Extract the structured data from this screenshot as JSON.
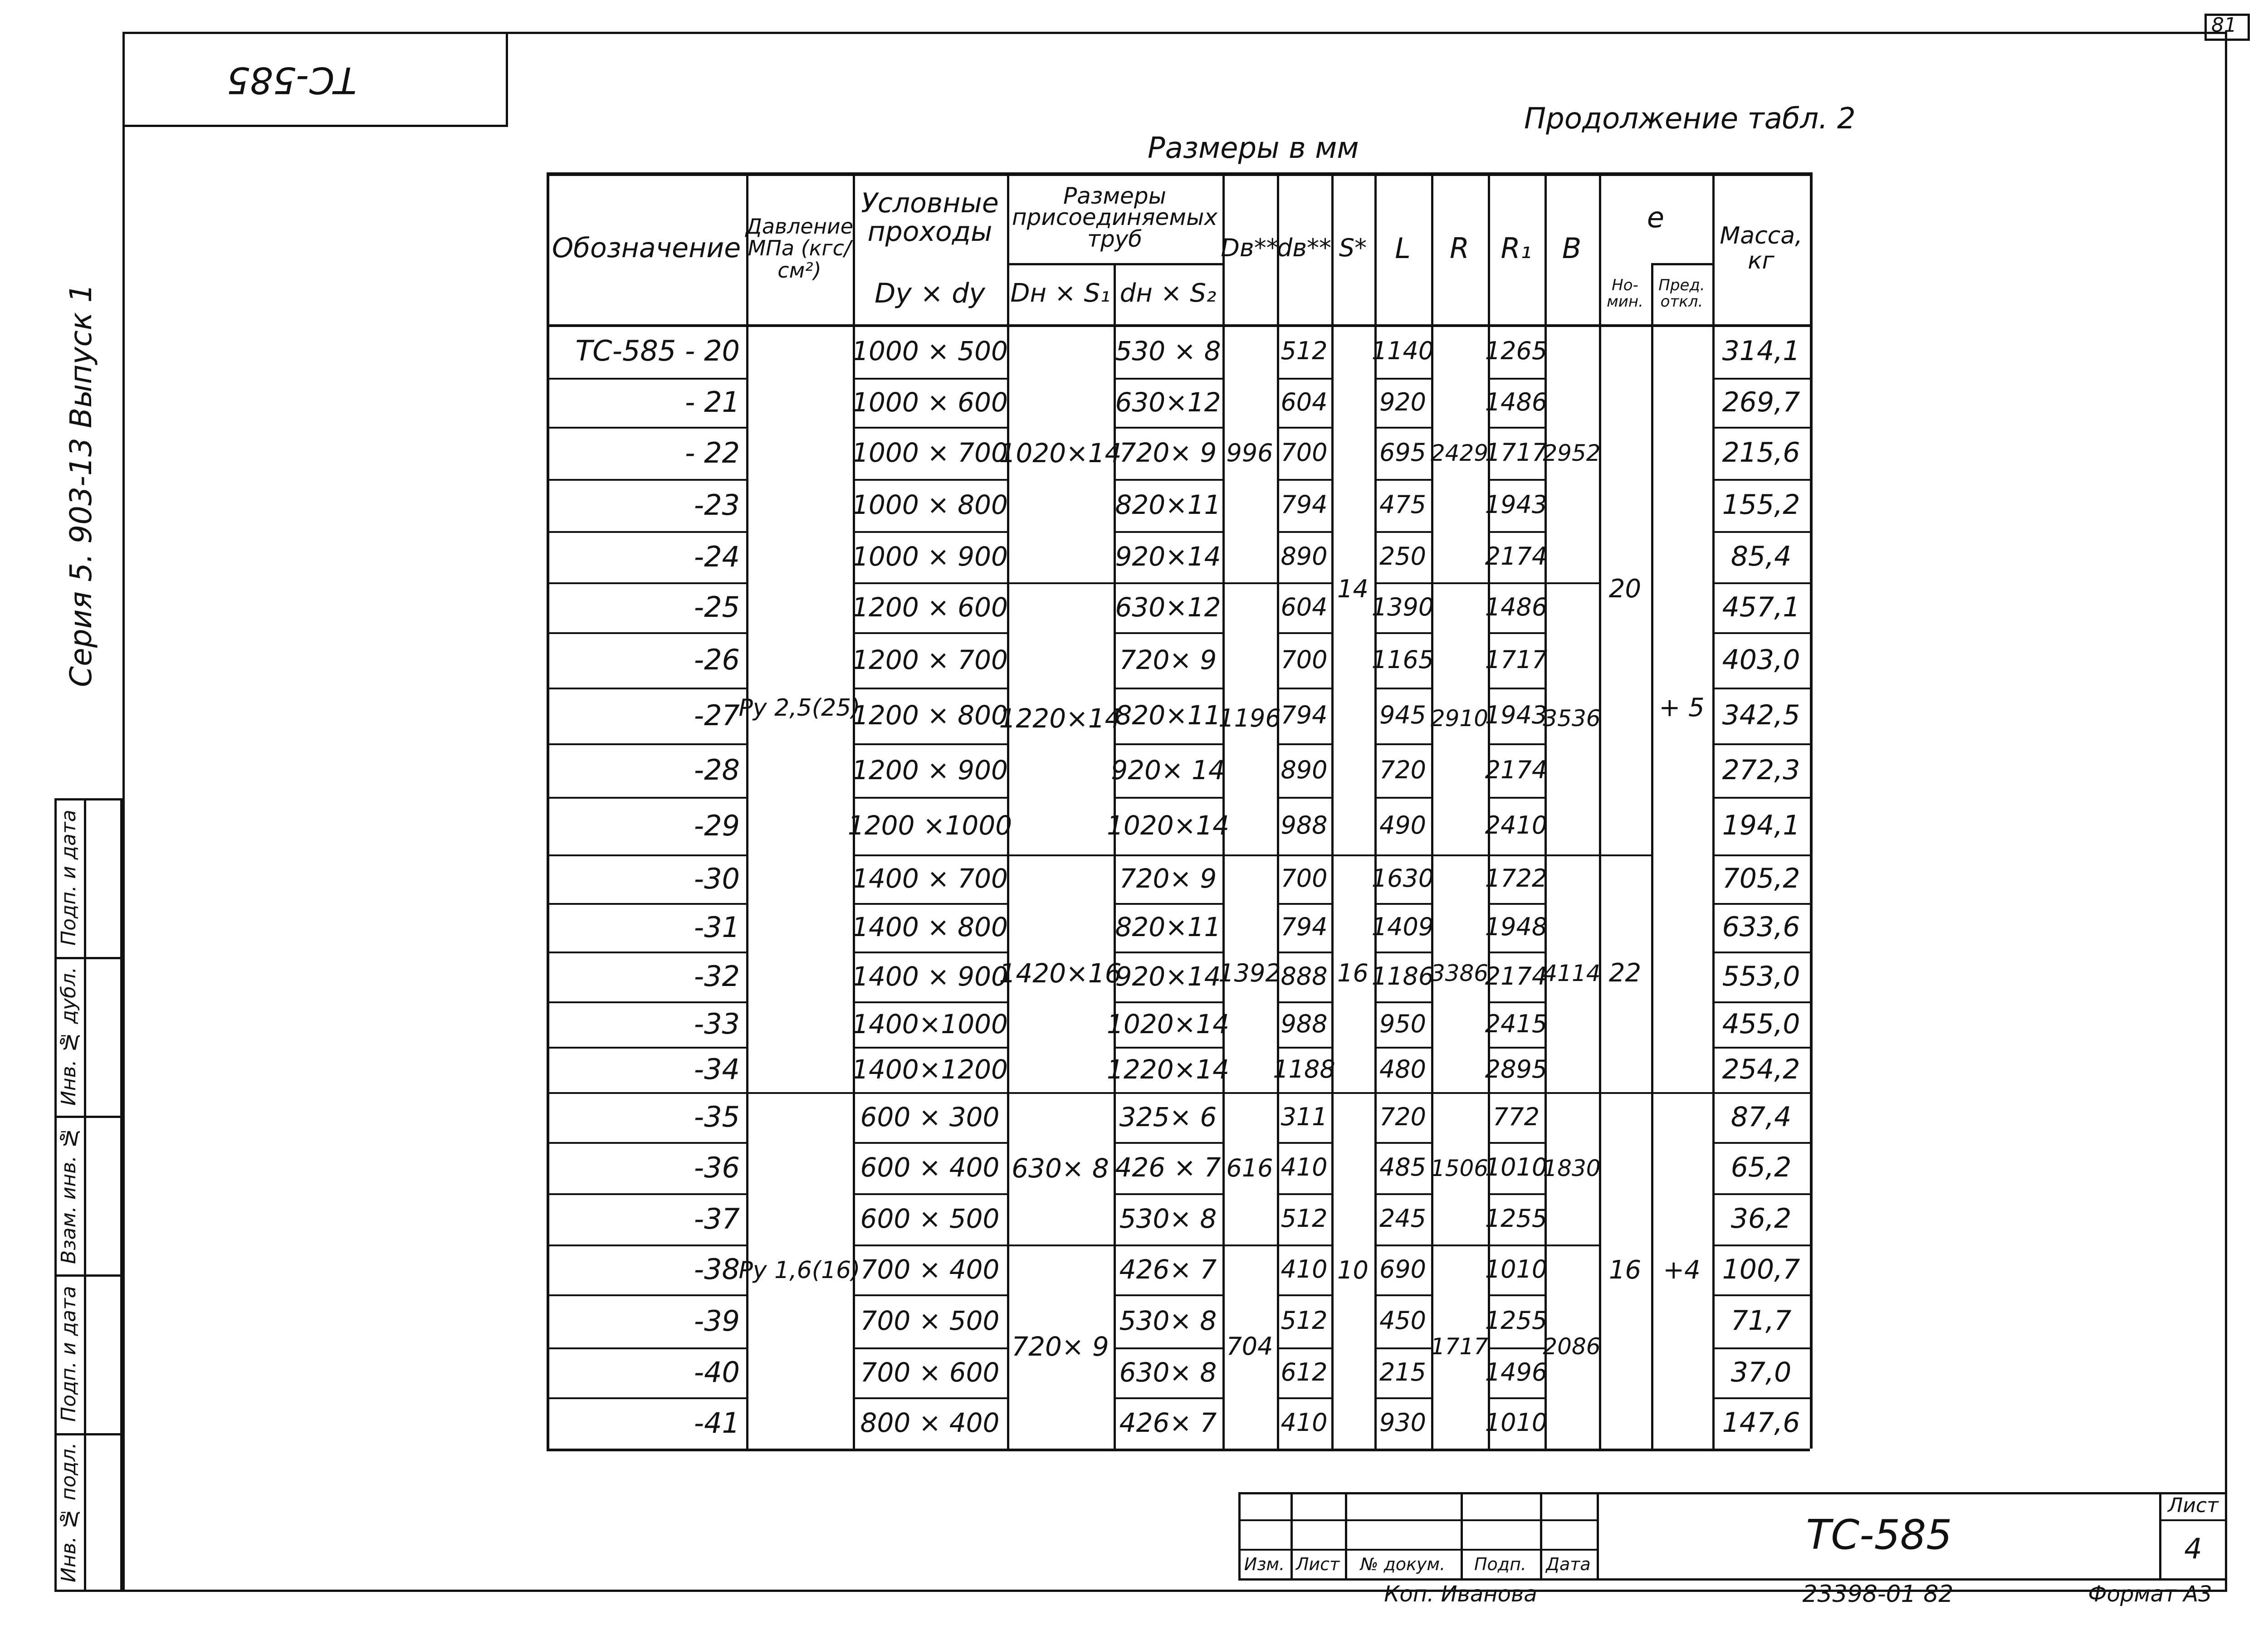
{
  "sheet_number": "81",
  "doc_code_stamp": "ТС-585",
  "series_label": "Серия 5. 903-13 Выпуск 1",
  "side_stamp": [
    "Подп. и дата",
    "Инв. № дубл.",
    "Взам. инв. №",
    "Подп. и дата",
    "Инв. № подл."
  ],
  "table_caption": "Продолжение табл. 2",
  "units_caption": "Размеры в мм",
  "headers": {
    "designation": "Обозначение",
    "pressure": "Давление МПа (кгс/см²)",
    "nominal_bore": "Условные проходы",
    "nominal_bore_formula": "Dy × dy",
    "pipe_dims": "Размеры присоединяемых труб",
    "pipe_main": "Dн × S₁",
    "pipe_branch": "dн × S₂",
    "Dv": "Dв**",
    "dv": "dв**",
    "S": "S*",
    "L": "L",
    "R": "R",
    "R1": "R₁",
    "B": "B",
    "e": "e",
    "e_nom": "Но-мин.",
    "e_tol": "Пред. откл.",
    "mass": "Масса, кг"
  },
  "rows": [
    {
      "des": "ТС-585 - 20",
      "bore": "1000 × 500",
      "dn": "530 × 8",
      "dv": "512",
      "L": "1140",
      "R1": "1265",
      "mass": "314,1"
    },
    {
      "des": "- 21",
      "bore": "1000 × 600",
      "dn": "630×12",
      "dv": "604",
      "L": "920",
      "R1": "1486",
      "mass": "269,7"
    },
    {
      "des": "- 22",
      "bore": "1000 × 700",
      "dn": "720× 9",
      "dv": "700",
      "L": "695",
      "R1": "1717",
      "mass": "215,6"
    },
    {
      "des": "-23",
      "bore": "1000 × 800",
      "dn": "820×11",
      "dv": "794",
      "L": "475",
      "R1": "1943",
      "mass": "155,2"
    },
    {
      "des": "-24",
      "bore": "1000 × 900",
      "dn": "920×14",
      "dv": "890",
      "L": "250",
      "R1": "2174",
      "mass": "85,4"
    },
    {
      "des": "-25",
      "bore": "1200 × 600",
      "dn": "630×12",
      "dv": "604",
      "L": "1390",
      "R1": "1486",
      "mass": "457,1"
    },
    {
      "des": "-26",
      "bore": "1200 × 700",
      "dn": "720× 9",
      "dv": "700",
      "L": "1165",
      "R1": "1717",
      "mass": "403,0"
    },
    {
      "des": "-27",
      "bore": "1200 × 800",
      "dn": "820×11",
      "dv": "794",
      "L": "945",
      "R1": "1943",
      "mass": "342,5"
    },
    {
      "des": "-28",
      "bore": "1200 × 900",
      "dn": "920× 14",
      "dv": "890",
      "L": "720",
      "R1": "2174",
      "mass": "272,3"
    },
    {
      "des": "-29",
      "bore": "1200 ×1000",
      "dn": "1020×14",
      "dv": "988",
      "L": "490",
      "R1": "2410",
      "mass": "194,1"
    },
    {
      "des": "-30",
      "bore": "1400 × 700",
      "dn": "720× 9",
      "dv": "700",
      "L": "1630",
      "R1": "1722",
      "mass": "705,2"
    },
    {
      "des": "-31",
      "bore": "1400 × 800",
      "dn": "820×11",
      "dv": "794",
      "L": "1409",
      "R1": "1948",
      "mass": "633,6"
    },
    {
      "des": "-32",
      "bore": "1400 × 900",
      "dn": "920×14",
      "dv": "888",
      "L": "1186",
      "R1": "2174",
      "mass": "553,0"
    },
    {
      "des": "-33",
      "bore": "1400×1000",
      "dn": "1020×14",
      "dv": "988",
      "L": "950",
      "R1": "2415",
      "mass": "455,0"
    },
    {
      "des": "-34",
      "bore": "1400×1200",
      "dn": "1220×14",
      "dv": "1188",
      "L": "480",
      "R1": "2895",
      "mass": "254,2"
    },
    {
      "des": "-35",
      "bore": "600 × 300",
      "dn": "325× 6",
      "dv": "311",
      "L": "720",
      "R1": "772",
      "mass": "87,4"
    },
    {
      "des": "-36",
      "bore": "600 × 400",
      "dn": "426 × 7",
      "dv": "410",
      "L": "485",
      "R1": "1010",
      "mass": "65,2"
    },
    {
      "des": "-37",
      "bore": "600 × 500",
      "dn": "530× 8",
      "dv": "512",
      "L": "245",
      "R1": "1255",
      "mass": "36,2"
    },
    {
      "des": "-38",
      "bore": "700 × 400",
      "dn": "426× 7",
      "dv": "410",
      "L": "690",
      "R1": "1010",
      "mass": "100,7"
    },
    {
      "des": "-39",
      "bore": "700 × 500",
      "dn": "530× 8",
      "dv": "512",
      "L": "450",
      "R1": "1255",
      "mass": "71,7"
    },
    {
      "des": "-40",
      "bore": "700 × 600",
      "dn": "630× 8",
      "dv": "612",
      "L": "215",
      "R1": "1496",
      "mass": "37,0"
    },
    {
      "des": "-41",
      "bore": "800 × 400",
      "dn": "426× 7",
      "dv": "410",
      "L": "930",
      "R1": "1010",
      "mass": "147,6"
    }
  ],
  "groups": [
    {
      "rows": [
        0,
        4
      ],
      "DnS1": "1020×14",
      "Dv": "996",
      "R": "2429",
      "B": "2952"
    },
    {
      "rows": [
        5,
        9
      ],
      "DnS1": "1220×14",
      "Dv": "1196",
      "R": "2910",
      "B": "3536"
    },
    {
      "rows": [
        10,
        14
      ],
      "DnS1": "1420×16",
      "Dv": "1392",
      "R": "3386",
      "B": "4114"
    },
    {
      "rows": [
        15,
        17
      ],
      "DnS1": "630× 8",
      "Dv": "616",
      "R": "1506",
      "B": "1830"
    },
    {
      "rows": [
        18,
        21
      ],
      "DnS1": "720× 9",
      "Dv": "704",
      "R": "1717",
      "B": "2086"
    }
  ],
  "pressure_groups": [
    {
      "rows": [
        0,
        14
      ],
      "value": "Py 2,5(25)"
    },
    {
      "rows": [
        15,
        21
      ],
      "value": "Py 1,6(16)"
    }
  ],
  "S_groups": [
    {
      "rows": [
        0,
        9
      ],
      "value": "14"
    },
    {
      "rows": [
        10,
        14
      ],
      "value": "16"
    },
    {
      "rows": [
        15,
        21
      ],
      "value": "10"
    }
  ],
  "e_groups": [
    {
      "rows": [
        0,
        9
      ],
      "nom": "20"
    },
    {
      "rows": [
        10,
        14
      ],
      "nom": "22"
    },
    {
      "rows": [
        15,
        21
      ],
      "nom": "16"
    }
  ],
  "e_tol_groups": [
    {
      "rows": [
        0,
        14
      ],
      "value": "+ 5"
    },
    {
      "rows": [
        15,
        21
      ],
      "value": "+4"
    }
  ],
  "title_block": {
    "labels": [
      "Изм.",
      "Лист",
      "№ докум.",
      "Подп.",
      "Дата"
    ],
    "doc_code": "ТС-585",
    "sheet_label": "Лист",
    "sheet_value": "4",
    "copied_by": "Коп. Иванова",
    "inventory": "23398-01   82",
    "format": "Формат А3"
  }
}
